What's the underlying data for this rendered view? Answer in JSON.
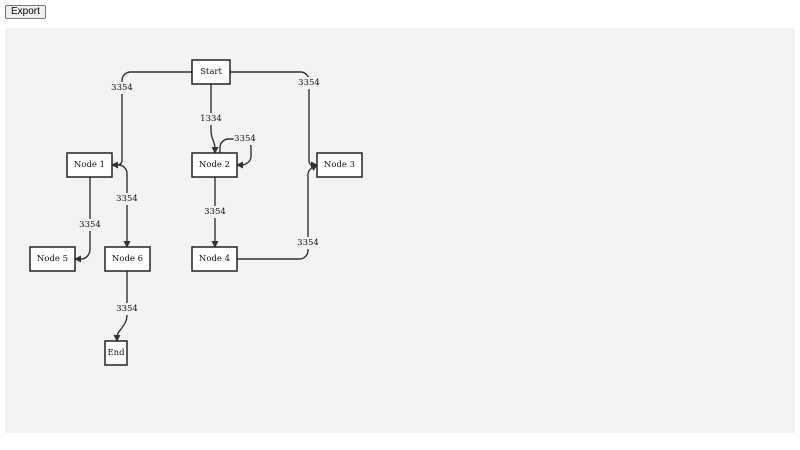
{
  "toolbar": {
    "export_label": "Export"
  },
  "diagram": {
    "nodes": [
      {
        "id": "start",
        "label": "Start"
      },
      {
        "id": "node1",
        "label": "Node 1"
      },
      {
        "id": "node2",
        "label": "Node 2"
      },
      {
        "id": "node3",
        "label": "Node 3"
      },
      {
        "id": "node4",
        "label": "Node 4"
      },
      {
        "id": "node5",
        "label": "Node 5"
      },
      {
        "id": "node6",
        "label": "Node 6"
      },
      {
        "id": "end",
        "label": "End"
      }
    ],
    "edges": [
      {
        "from": "start",
        "to": "node1",
        "label": "3354"
      },
      {
        "from": "start",
        "to": "node2",
        "label": "1334"
      },
      {
        "from": "start",
        "to": "node3",
        "label": "3354"
      },
      {
        "from": "node2",
        "to": "node2",
        "label": "3354"
      },
      {
        "from": "node1",
        "to": "node5",
        "label": "3354"
      },
      {
        "from": "node1",
        "to": "node6",
        "label": "3354"
      },
      {
        "from": "node2",
        "to": "node4",
        "label": "3354"
      },
      {
        "from": "node4",
        "to": "node3",
        "label": "3354"
      },
      {
        "from": "node6",
        "to": "end",
        "label": "3354"
      }
    ]
  }
}
